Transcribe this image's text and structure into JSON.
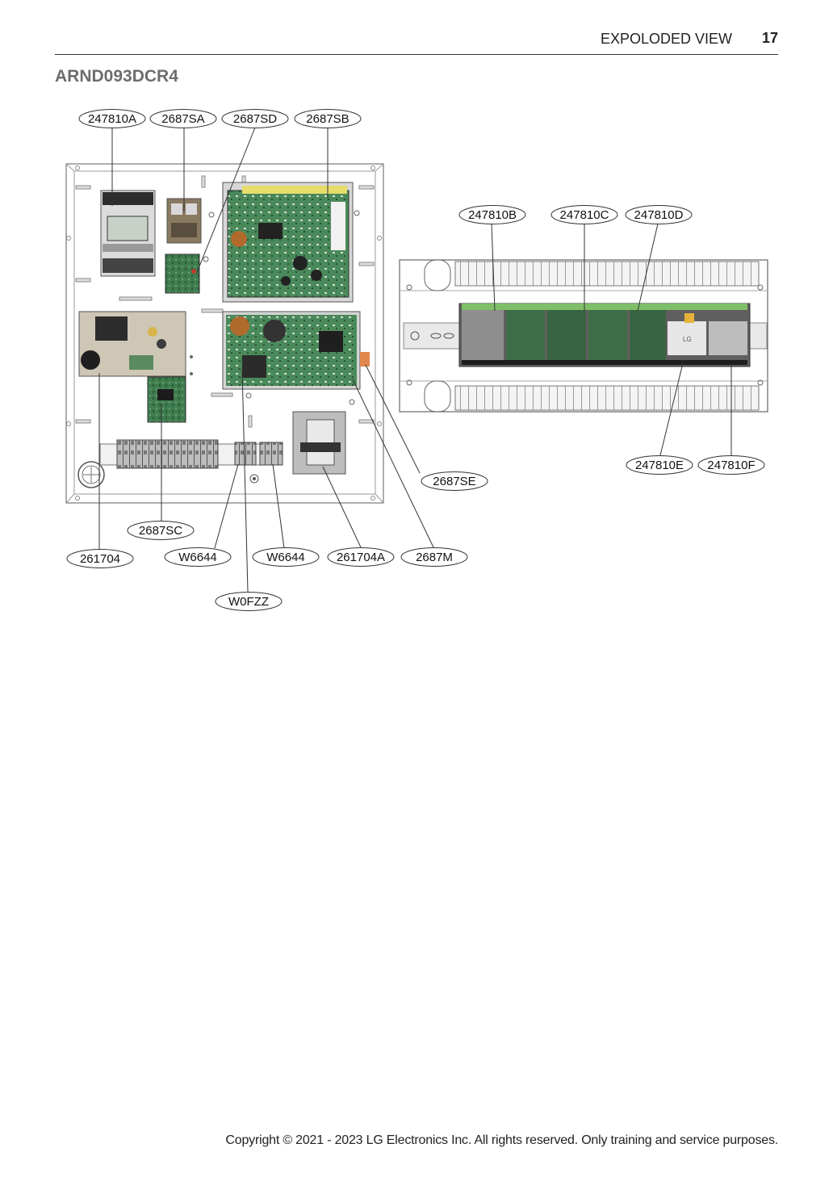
{
  "header": {
    "title": "EXPOLODED VIEW",
    "page_number": "17"
  },
  "model": "ARND093DCR4",
  "footer": "Copyright © 2021 - 2023 LG Electronics Inc. All rights reserved. Only training and service purposes.",
  "board_logo": "LG",
  "callouts": {
    "c247810A": "247810A",
    "c2687SA": "2687SA",
    "c2687SD": "2687SD",
    "c2687SB": "2687SB",
    "c247810B": "247810B",
    "c247810C": "247810C",
    "c247810D": "247810D",
    "c247810E": "247810E",
    "c247810F": "247810F",
    "c2687SE": "2687SE",
    "c2687SC": "2687SC",
    "c261704": "261704",
    "cW6644a": "W6644",
    "cW6644b": "W6644",
    "c261704A": "261704A",
    "c2687M": "2687M",
    "cW0FZZ": "W0FZZ"
  }
}
